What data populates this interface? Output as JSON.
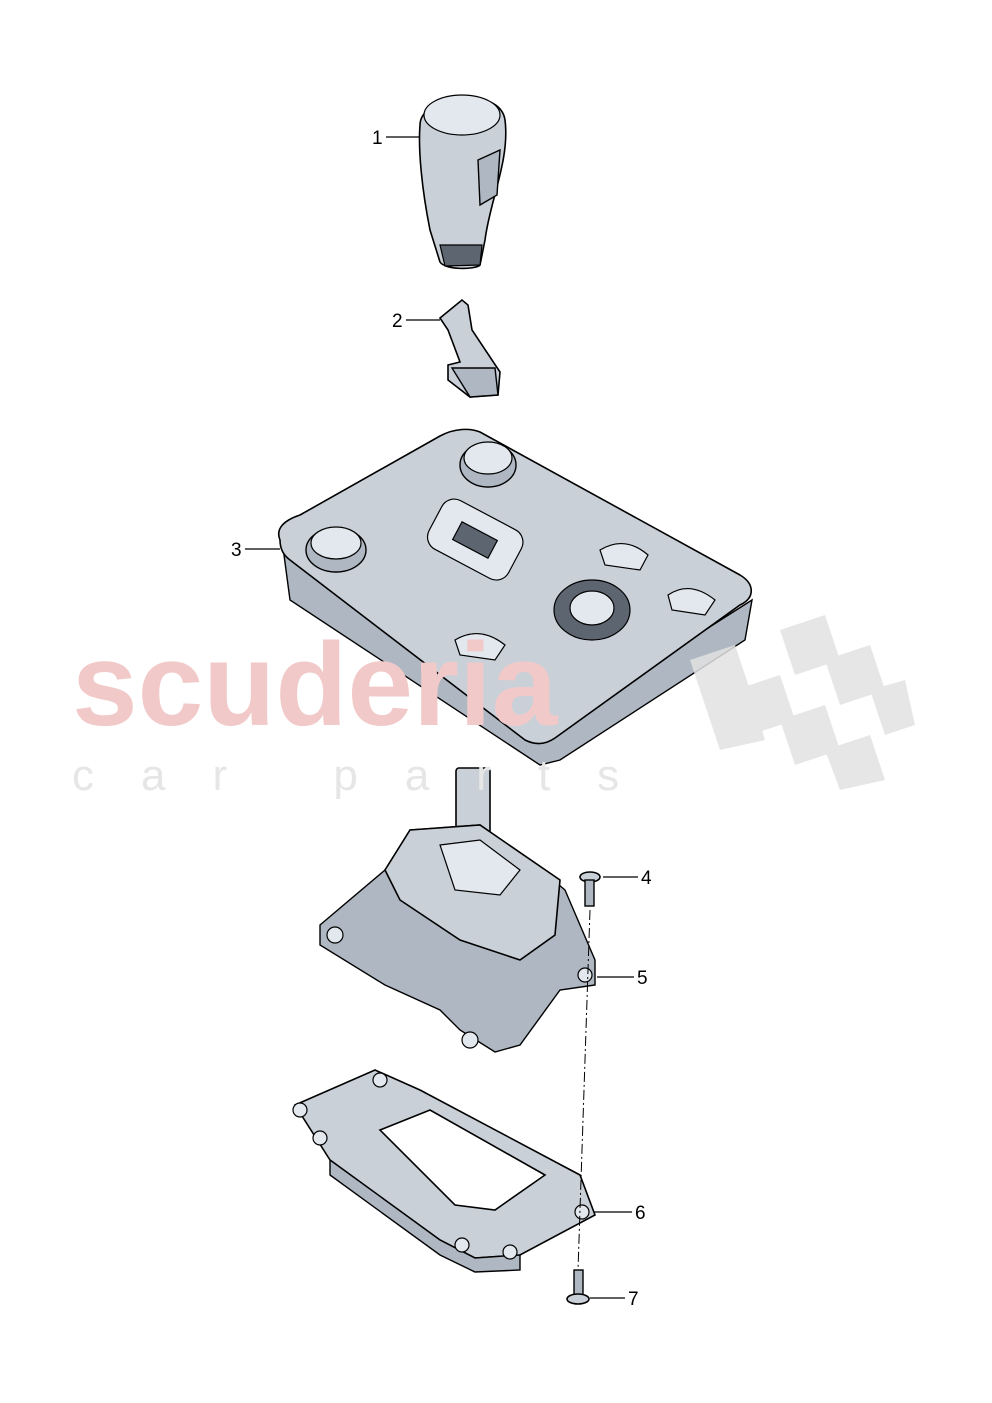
{
  "diagram": {
    "callouts": [
      {
        "number": "1",
        "part": "gear-knob"
      },
      {
        "number": "2",
        "part": "clip"
      },
      {
        "number": "3",
        "part": "console-control-panel"
      },
      {
        "number": "4",
        "part": "screw"
      },
      {
        "number": "5",
        "part": "gear-selector-mechanism"
      },
      {
        "number": "6",
        "part": "mounting-frame"
      },
      {
        "number": "7",
        "part": "screw"
      }
    ]
  },
  "watermark": {
    "brand": "scuderia",
    "tagline": "car parts",
    "color": "#f2c9c9"
  }
}
